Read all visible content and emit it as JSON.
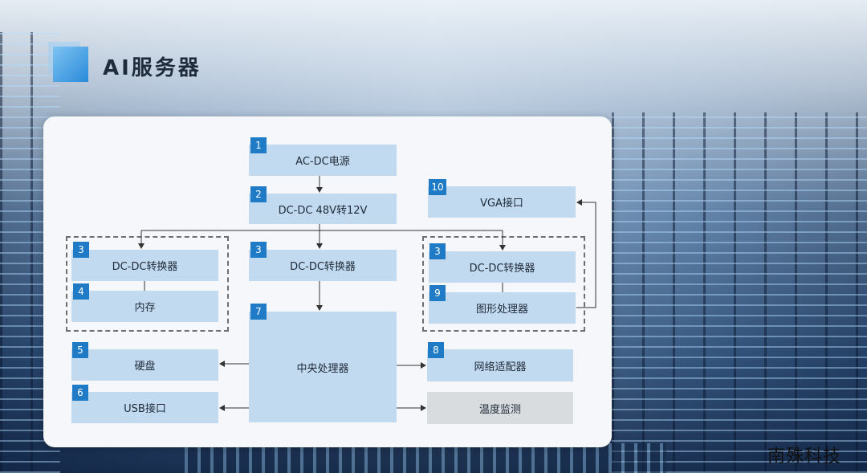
{
  "title": "AI服务器",
  "brand": "南殊科技",
  "blocks": {
    "acdc": {
      "num": "1",
      "label": "AC-DC电源"
    },
    "dcdc48": {
      "num": "2",
      "label": "DC-DC 48V转12V"
    },
    "dcdc_mem": {
      "num": "3",
      "label": "DC-DC转换器"
    },
    "memory": {
      "num": "4",
      "label": "内存"
    },
    "dcdc_cpu": {
      "num": "3",
      "label": "DC-DC转换器"
    },
    "cpu": {
      "num": "7",
      "label": "中央处理器"
    },
    "vga": {
      "num": "10",
      "label": "VGA接口"
    },
    "dcdc_gpu": {
      "num": "3",
      "label": "DC-DC转换器"
    },
    "gpu": {
      "num": "9",
      "label": "图形处理器"
    },
    "hdd": {
      "num": "5",
      "label": "硬盘"
    },
    "usb": {
      "num": "6",
      "label": "USB接口"
    },
    "nic": {
      "num": "8",
      "label": "网络适配器"
    },
    "temp": {
      "label": "温度监测"
    }
  },
  "colors": {
    "box": "#c2daf0",
    "box_gray": "#d9dcdf",
    "badge": "#1f7bc6",
    "panel": "#f5f7fa"
  }
}
